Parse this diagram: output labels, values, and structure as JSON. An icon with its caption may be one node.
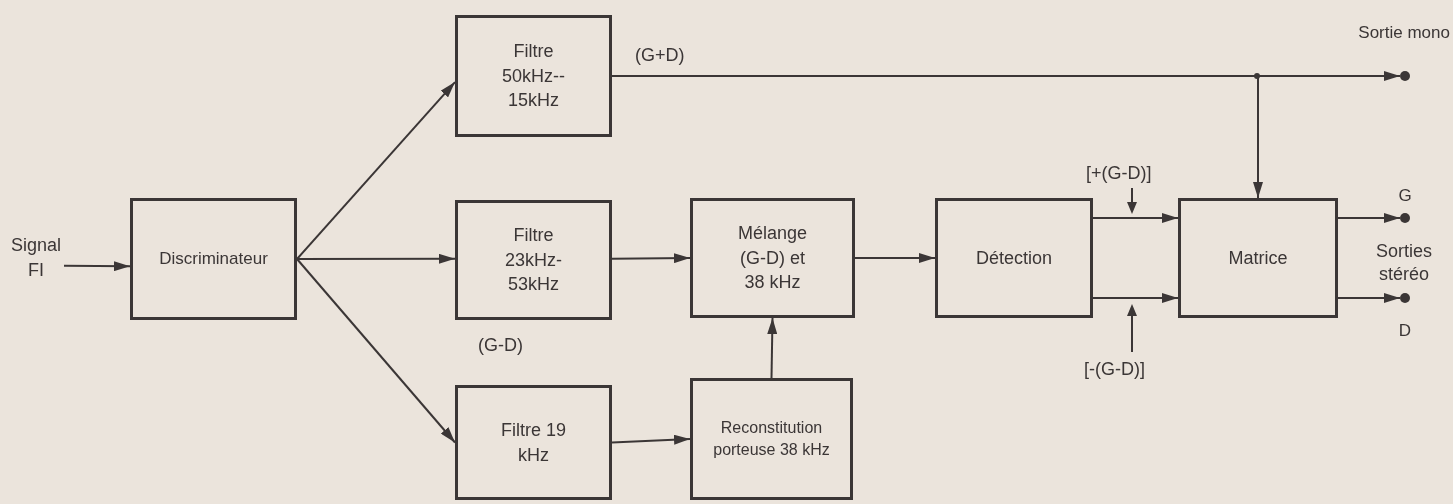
{
  "diagram": {
    "nodes": [
      {
        "text": [
          "Signal FI"
        ]
      },
      {
        "text": [
          "Discriminateur"
        ]
      },
      {
        "text": [
          "Filtre 50kHz-- 15kHz"
        ]
      },
      {
        "text": [
          "Filtre 23kHz- 53kHz"
        ]
      },
      {
        "text": [
          "Filtre 19 kHz"
        ]
      },
      {
        "text": [
          "Mélange (G-D) et 38 kHz"
        ]
      },
      {
        "text": [
          "Reconstitution porteuse 38 kHz"
        ]
      },
      {
        "text": [
          "Détection"
        ]
      },
      {
        "text": [
          "Matrice"
        ]
      },
      {
        "text": [],
        "shape": "circle",
        "beside": [
          "Sortie mono"
        ]
      },
      {
        "text": [],
        "shape": "circle",
        "beside": [
          "G"
        ]
      },
      {
        "text": [],
        "shape": "circle",
        "beside": [
          "D"
        ]
      }
    ],
    "edges": [
      {
        "from": 0,
        "to": 1,
        "arrow": "to"
      },
      {
        "from": 1,
        "to": 2,
        "arrow": "to"
      },
      {
        "from": 1,
        "to": 3,
        "arrow": "to"
      },
      {
        "from": 1,
        "to": 4,
        "arrow": "to"
      },
      {
        "from": 2,
        "to": 9,
        "arrow": "to",
        "label": "(G+D)"
      },
      {
        "from": 2,
        "to": 8,
        "arrow": "to"
      },
      {
        "from": 3,
        "to": 5,
        "arrow": "to"
      },
      {
        "from": 4,
        "to": 6,
        "arrow": "to"
      },
      {
        "from": 6,
        "to": 5,
        "arrow": "to"
      },
      {
        "from": 5,
        "to": 7,
        "arrow": "to"
      },
      {
        "from": 7,
        "to": 8,
        "arrow": "to"
      },
      {
        "from": 7,
        "to": 8,
        "arrow": "to"
      },
      {
        "from": 8,
        "to": 10,
        "arrow": "to"
      },
      {
        "from": 8,
        "to": 11,
        "arrow": "to"
      }
    ],
    "labels": [
      "(G-D)",
      "[+(G-D)]",
      "[-(G-D)]",
      "Sorties stéréo"
    ]
  }
}
